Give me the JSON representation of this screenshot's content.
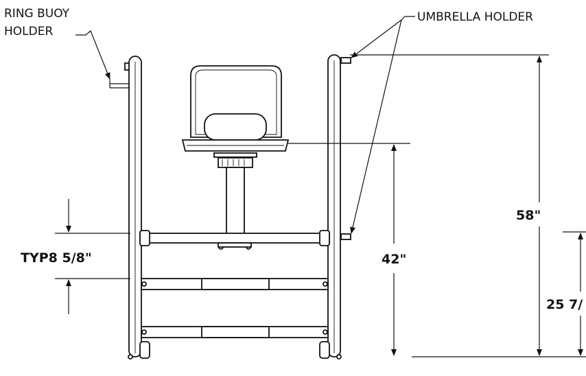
{
  "callouts": {
    "ring_buoy_line1": "RING BUOY",
    "ring_buoy_line2": "HOLDER",
    "umbrella": "UMBRELLA HOLDER"
  },
  "dimensions": {
    "step_spacing": "TYP8 5/8\"",
    "seat_height": "42\"",
    "overall_height": "58\"",
    "partial": "25 7/"
  }
}
